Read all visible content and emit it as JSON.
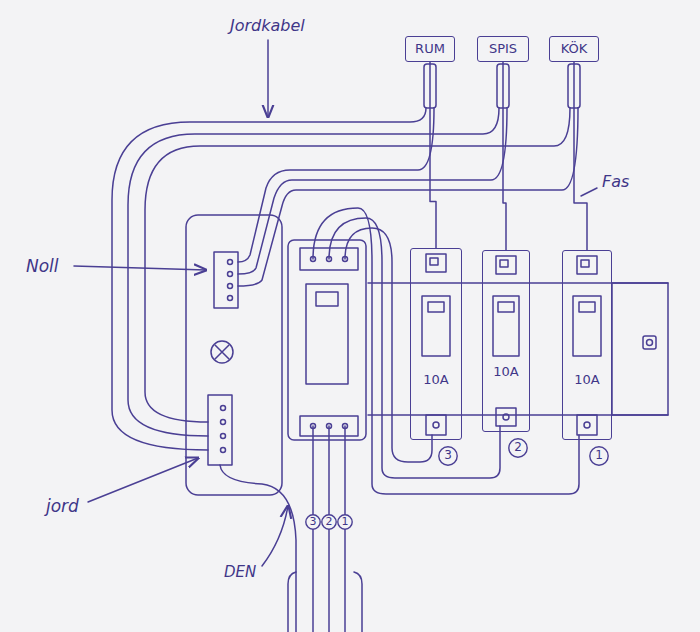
{
  "diagram": {
    "nodes": [
      {
        "text": [
          "RUM"
        ]
      },
      {
        "text": [
          "SPIS"
        ]
      },
      {
        "text": [
          "KÖK"
        ]
      },
      {
        "text": [
          "10A"
        ]
      },
      {
        "text": [
          "10A"
        ]
      },
      {
        "text": [
          "10A"
        ]
      },
      {
        "text": [
          "3"
        ]
      },
      {
        "text": [
          "2"
        ]
      },
      {
        "text": [
          "1"
        ]
      },
      {
        "text": [
          "3"
        ]
      },
      {
        "text": [
          "2"
        ]
      },
      {
        "text": [
          "1"
        ]
      }
    ],
    "edges": [
      {
        "from": 0,
        "to": 3,
        "arrow": "none"
      },
      {
        "from": 1,
        "to": 4,
        "arrow": "none"
      },
      {
        "from": 2,
        "to": 5,
        "arrow": "none"
      }
    ],
    "labels": [
      "Jordkabel",
      "Fas",
      "Noll",
      "jord",
      "DEN"
    ]
  }
}
